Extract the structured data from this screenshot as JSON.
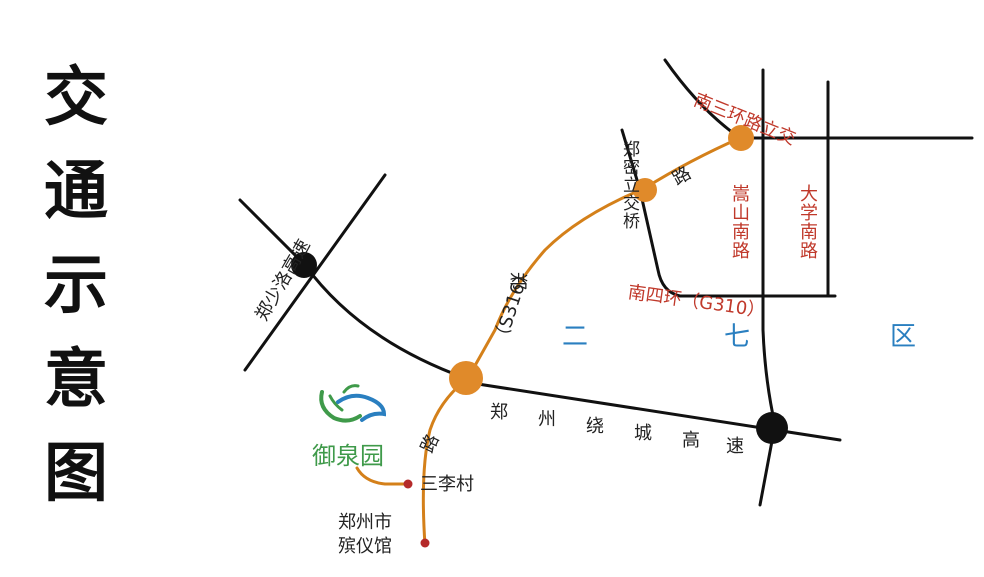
{
  "title": [
    "交",
    "通",
    "示",
    "意",
    "图"
  ],
  "roads": {
    "zhengshaoluo": "郑少洛高速",
    "ring_expressway": [
      "郑",
      "州",
      "绕",
      "城",
      "高",
      "速"
    ],
    "zhengmi_road_a": "郑",
    "zhengmi_road_b": "路",
    "zhengmi_road_c": "路",
    "s316": "（S316）",
    "zhengmi_bridge": "郑密立交桥",
    "nansanhuan_bridge": "南三环路立交",
    "songshan_south": "嵩山南路",
    "daxue_south": "大学南路",
    "nansihuan": "南四环（G310）"
  },
  "district": [
    "二",
    "七",
    "区"
  ],
  "places": {
    "yuquanyuan": "御泉园",
    "sanli_village": "三李村",
    "funeral_home_line1": "郑州市",
    "funeral_home_line2": "殡仪馆"
  },
  "colors": {
    "road": "#111111",
    "route": "#d4801a",
    "node_orange": "#e08a2a",
    "node_black": "#111111",
    "label_red": "#c0392b",
    "district_blue": "#2a7fc0",
    "brand_green": "#3f9a4a",
    "poi_dot": "#b52a2a"
  }
}
